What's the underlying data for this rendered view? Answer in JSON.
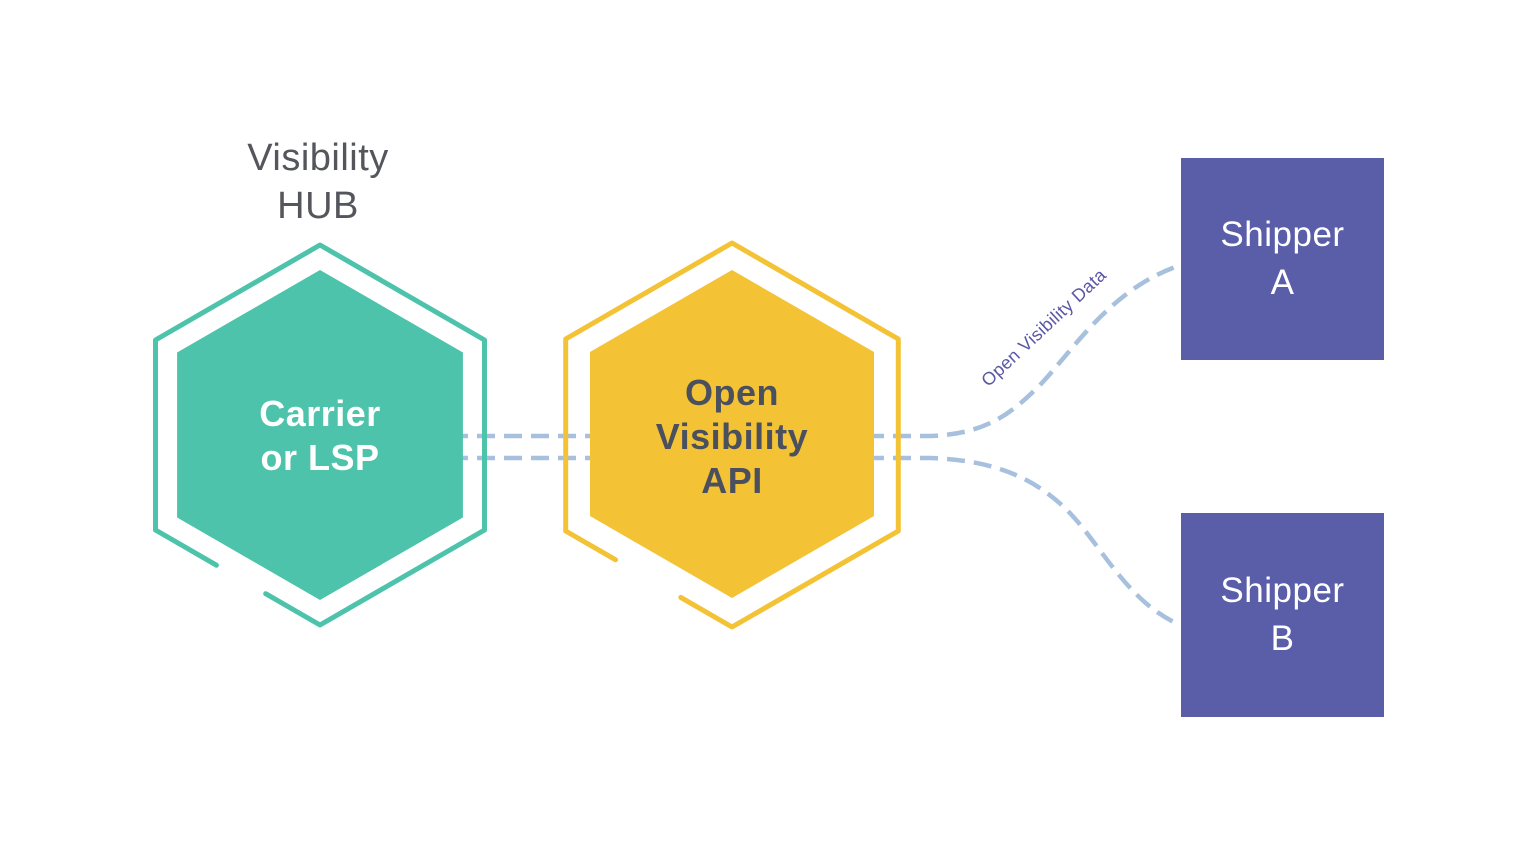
{
  "canvas": {
    "background": "#ffffff"
  },
  "title": {
    "text": "Visibility\nHUB",
    "color": "#54565c"
  },
  "nodes": {
    "carrier": {
      "label": "Carrier\nor LSP",
      "shape": "hexagon",
      "fill": "#4cc3aa",
      "outline": "#4cc3aa",
      "text_color": "#ffffff"
    },
    "api": {
      "label": "Open\nVisibility\nAPI",
      "shape": "hexagon",
      "fill": "#f3c235",
      "outline": "#f3c235",
      "text_color": "#4b505e"
    },
    "shipper_a": {
      "label": "Shipper\nA",
      "shape": "square",
      "fill": "#5a5da7",
      "text_color": "#ffffff"
    },
    "shipper_b": {
      "label": "Shipper\nB",
      "shape": "square",
      "fill": "#5a5da7",
      "text_color": "#ffffff"
    }
  },
  "edges": {
    "style": "dashed",
    "color": "#a6c0de",
    "connections": [
      "carrier to api (double dashed line)",
      "api to shipper_a (curved dashed line)",
      "api to shipper_b (curved dashed line)"
    ],
    "label": {
      "text": "Open Visibility Data",
      "color": "#5a57a6"
    }
  }
}
